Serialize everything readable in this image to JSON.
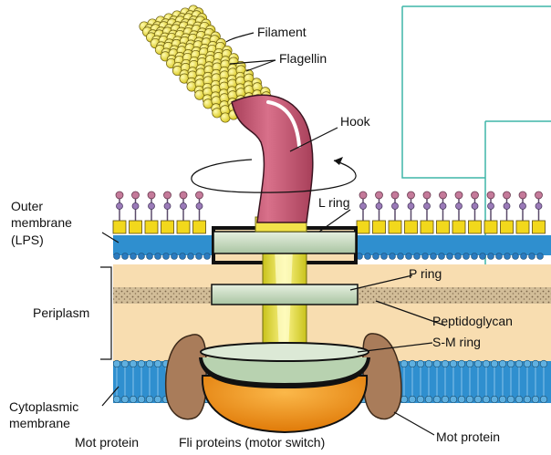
{
  "labels": {
    "filament": "Filament",
    "flagellin": "Flagellin",
    "hook": "Hook",
    "outer_membrane_line1": "Outer",
    "outer_membrane_line2": "membrane",
    "outer_membrane_line3": "(LPS)",
    "l_ring": "L ring",
    "p_ring": "P ring",
    "periplasm": "Periplasm",
    "peptidoglycan": "Peptidoglycan",
    "sm_ring": "S-M ring",
    "cytoplasmic_line1": "Cytoplasmic",
    "cytoplasmic_line2": "membrane",
    "mot_protein_left": "Mot protein",
    "fli_proteins": "Fli proteins (motor switch)",
    "mot_protein_right": "Mot protein"
  },
  "colors": {
    "filament": "#f2e24a",
    "hook": "#c9566e",
    "ring": "#c6dcc0",
    "rod": "#f3ea4a",
    "lps_head": "#f2d81c",
    "membrane_blue": "#2f8fcf",
    "periplasm": "#f8ddb0",
    "peptidoglycan": "#c8b08a",
    "mot": "#a97c5a",
    "fli": "#f59a1a",
    "panel_border": "#3fb6a8"
  }
}
